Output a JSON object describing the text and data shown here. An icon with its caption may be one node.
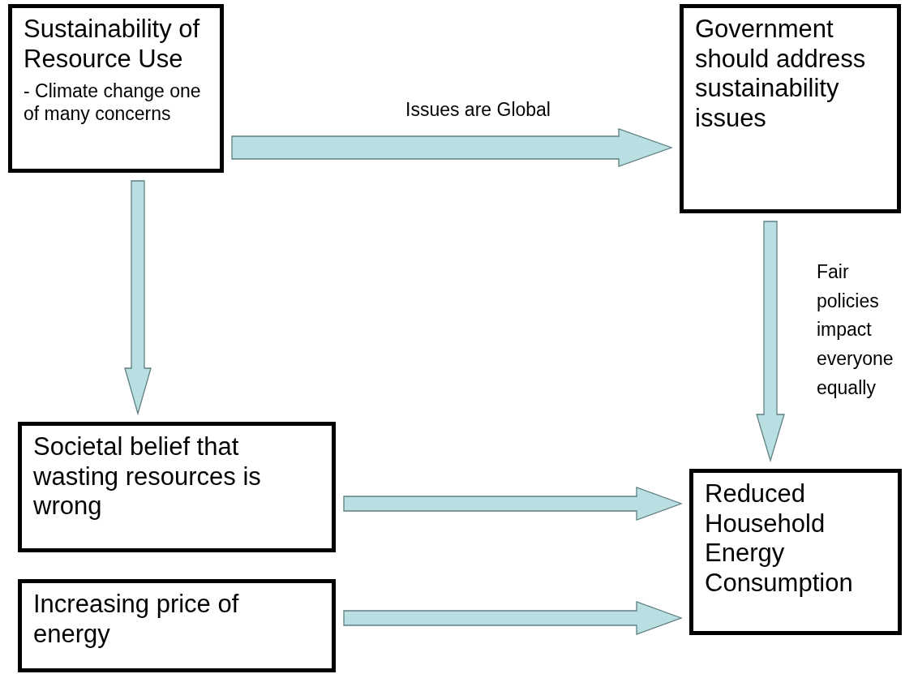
{
  "diagram": {
    "nodes": [
      {
        "text": [
          "Sustainability of Resource Use",
          "- Climate change one of many concerns"
        ]
      },
      {
        "text": [
          "Government should address sustainability issues"
        ]
      },
      {
        "text": [
          "Societal belief that wasting resources is wrong"
        ]
      },
      {
        "text": [
          "Increasing price of energy"
        ]
      },
      {
        "text": [
          "Reduced Household Energy Consumption"
        ]
      }
    ],
    "edges": [
      {
        "from": 0,
        "to": 1,
        "arrow": "to",
        "label": "Issues are Global"
      },
      {
        "from": 0,
        "to": 2,
        "arrow": "to"
      },
      {
        "from": 1,
        "to": 4,
        "arrow": "to",
        "label": "Fair policies impact everyone equally"
      },
      {
        "from": 2,
        "to": 4,
        "arrow": "to"
      },
      {
        "from": 3,
        "to": 4,
        "arrow": "to"
      }
    ]
  }
}
